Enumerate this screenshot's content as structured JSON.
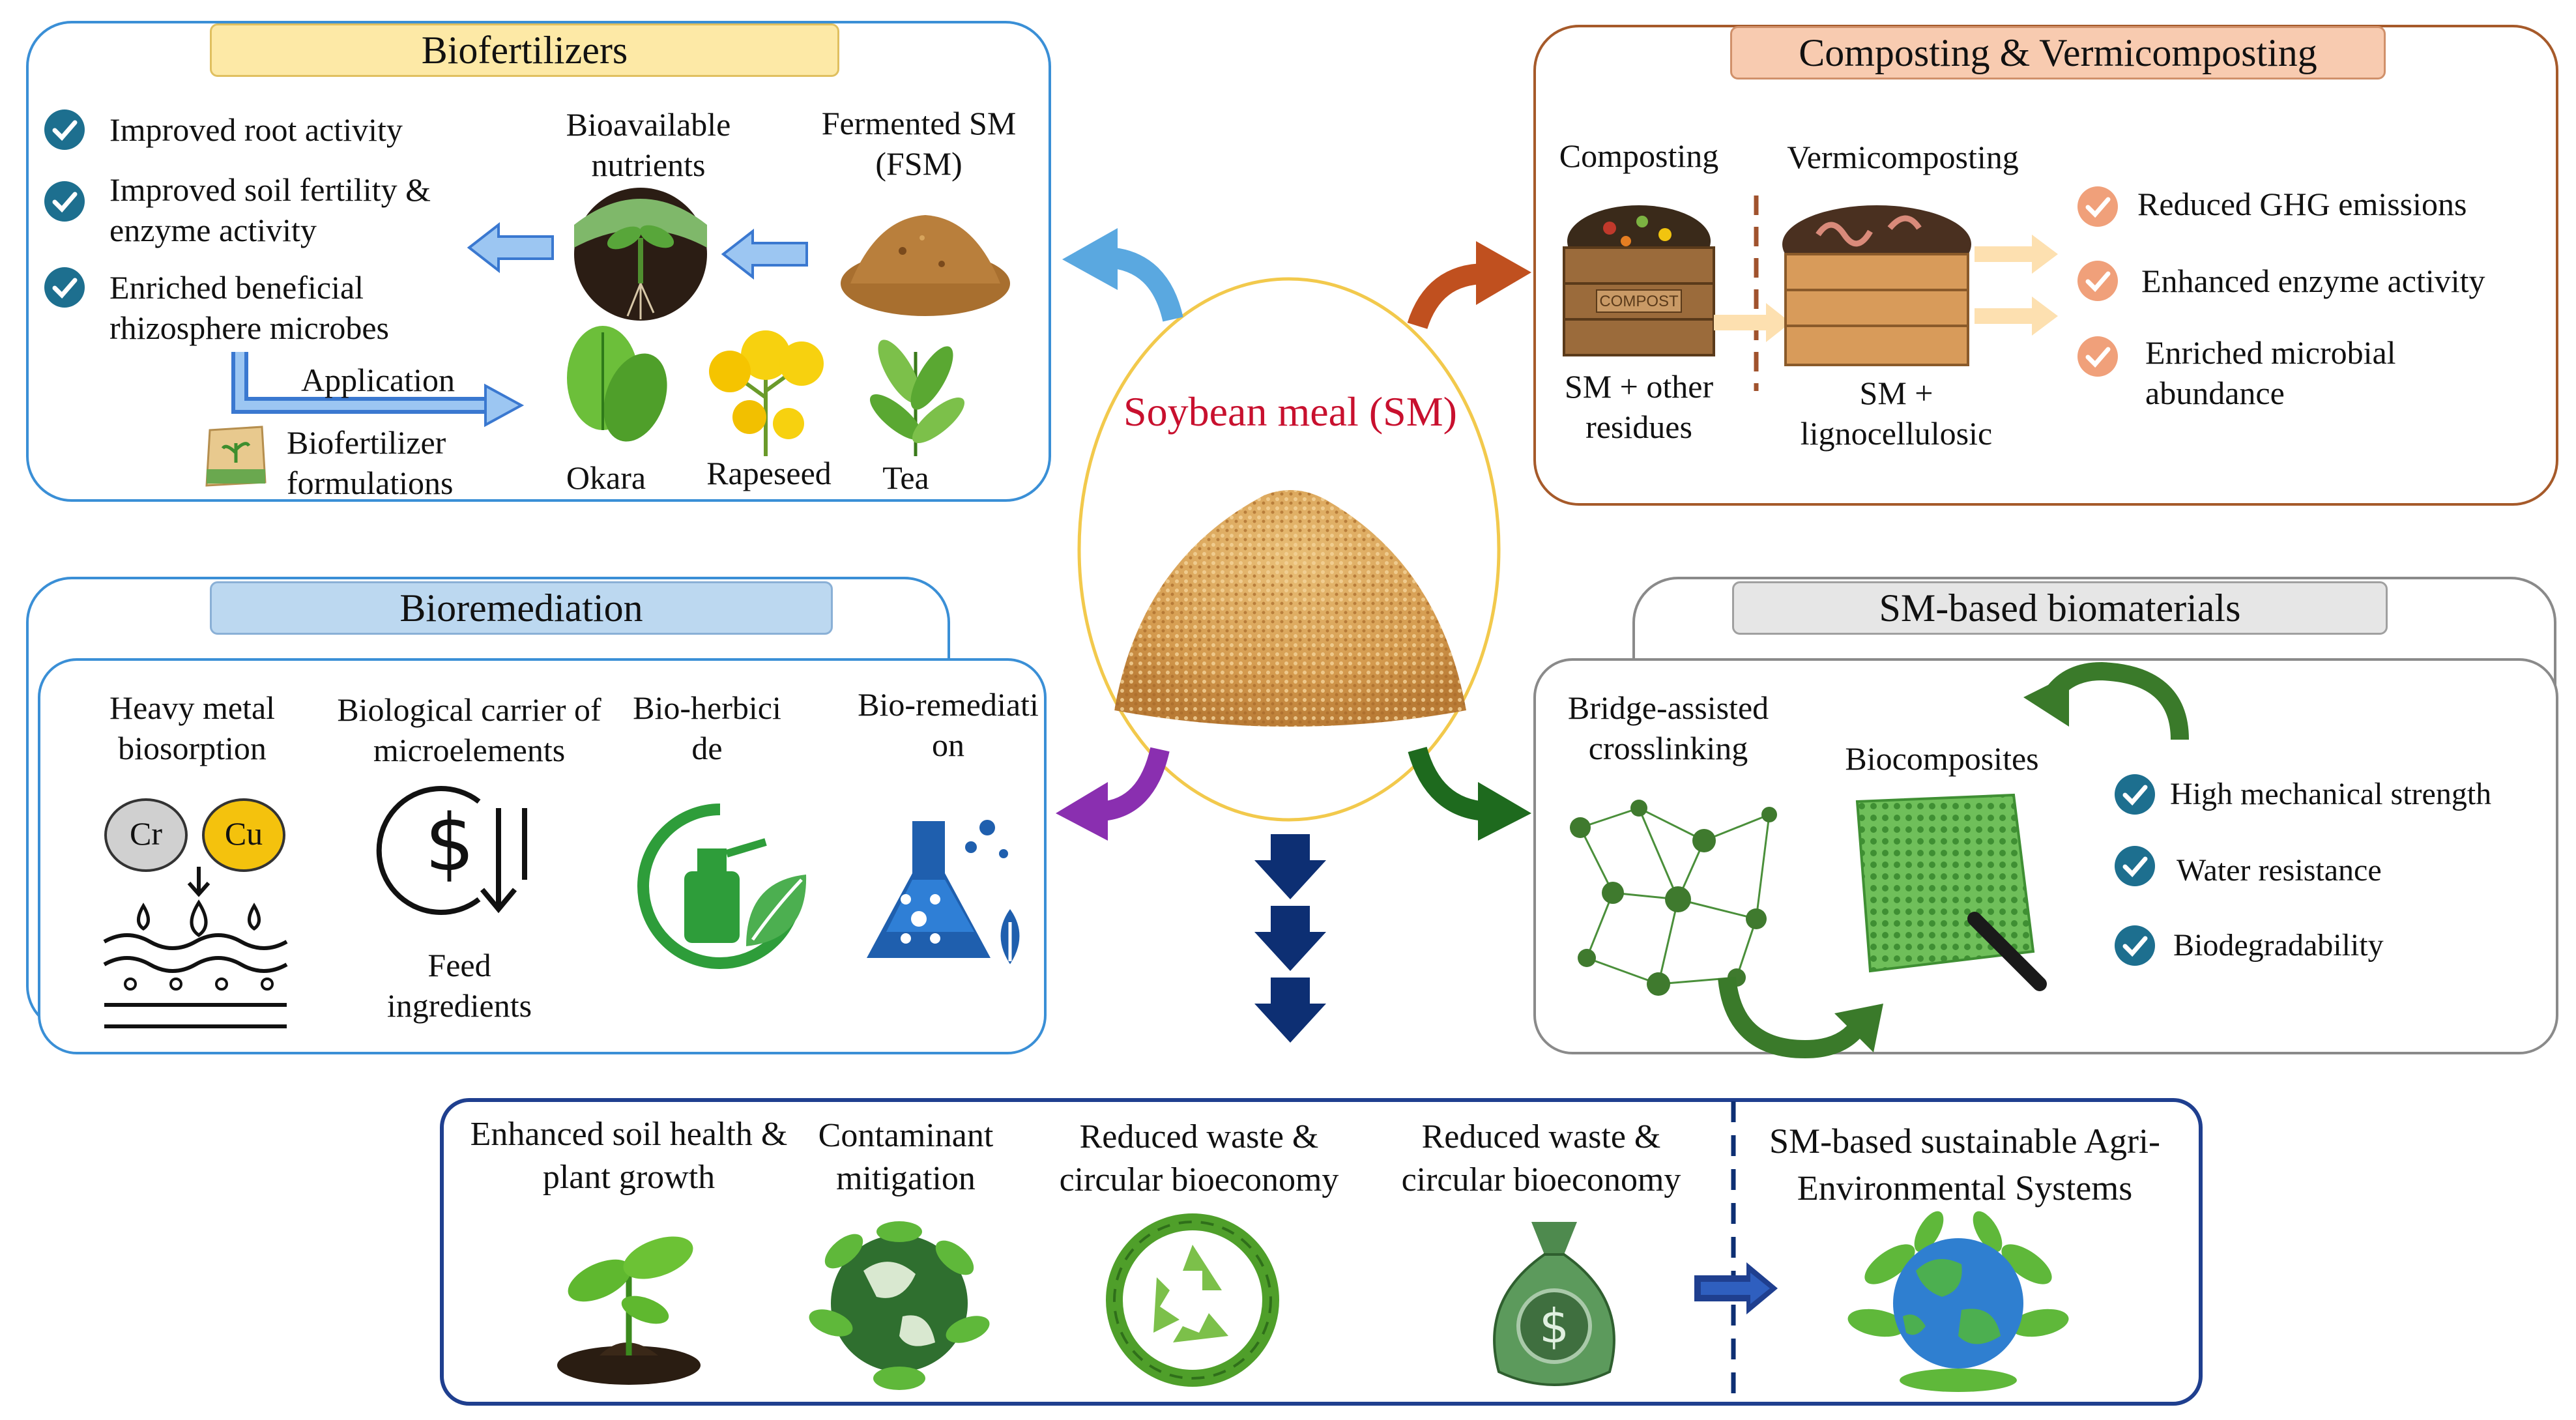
{
  "center": {
    "label": "Soybean meal (SM)"
  },
  "biofertilizers": {
    "title": "Biofertilizers",
    "benefits": [
      "Improved root activity",
      "Improved soil fertility & enzyme activity",
      "Enriched beneficial rhizosphere microbes"
    ],
    "bioavailable": "Bioavailable nutrients",
    "fsm": "Fermented SM (FSM)",
    "application": "Application",
    "formulations": "Biofertilizer formulations",
    "plants": [
      "Okara",
      "Rapeseed",
      "Tea"
    ]
  },
  "composting": {
    "title": "Composting & Vermicomposting",
    "composting": "Composting",
    "vermicomposting": "Vermicomposting",
    "bin_label": "COMPOST",
    "sm_other": "SM + other residues",
    "sm_ligno": "SM + lignocellulosic",
    "benefits": [
      "Reduced GHG emissions",
      "Enhanced enzyme activity",
      "Enriched microbial abundance"
    ]
  },
  "bioremediation": {
    "title": "Bioremediation",
    "items": [
      "Heavy metal biosorption",
      "Biological carrier of microelements",
      "Bio-herbicide",
      "Bio-remediation"
    ],
    "metals": [
      "Cr",
      "Cu"
    ],
    "feed": "Feed ingredients"
  },
  "biomaterials": {
    "title": "SM-based biomaterials",
    "crosslinking": "Bridge-assisted crosslinking",
    "biocomposites": "Biocomposites",
    "benefits": [
      "High mechanical strength",
      "Water resistance",
      "Biodegradability"
    ]
  },
  "outcomes": {
    "items": [
      "Enhanced soil health & plant growth",
      "Contaminant mitigation",
      "Reduced waste & circular bioeconomy",
      "Reduced waste & circular bioeconomy"
    ],
    "final": "SM-based sustainable Agri-Environmental Systems"
  },
  "colors": {
    "biofert_border": "#3a8fd6",
    "compost_border": "#a65a2a",
    "remed_border": "#3a8fd6",
    "biomat_border": "#8a8a8a",
    "outcome_border": "#1f3f8f",
    "check_teal": "#1d6f8f",
    "check_orange": "#f0a07a",
    "center_text": "#c8102e",
    "center_ring": "#f2c94c"
  }
}
